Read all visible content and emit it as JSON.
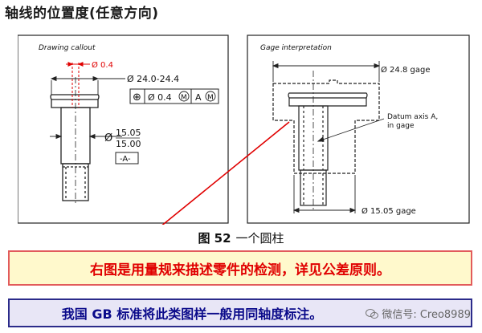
{
  "title": "轴线的位置度(任意方向)",
  "left_panel": {
    "heading": "Drawing callout",
    "tol_dim": "Ø 0.4",
    "head_dim": "Ø 24.0-24.4",
    "fcf": {
      "symbol": "⊕",
      "tol": "Ø 0.4",
      "mod1": "M",
      "datum": "A",
      "mod2": "M"
    },
    "shaft_upper": "15.05",
    "shaft_lower": "15.00",
    "datum_box": "-A-"
  },
  "right_panel": {
    "heading": "Gage interpretation",
    "gage_top": "Ø 24.8 gage",
    "datum_line1": "Datum axis A,",
    "datum_line2": "in gage",
    "gage_bottom": "Ø 15.05 gage"
  },
  "caption": {
    "fig": "图 52",
    "text": "一个圆柱"
  },
  "note_red": "右图是用量规来描述零件的检测，详见公差原则。",
  "note_blue": "我国 GB 标准将此类图样一般用同轴度标注。",
  "watermark": "微信号: Creo8989",
  "colors": {
    "note_red": "#e00000",
    "note_blue": "#0a0a8a",
    "leader": "#e00000"
  }
}
